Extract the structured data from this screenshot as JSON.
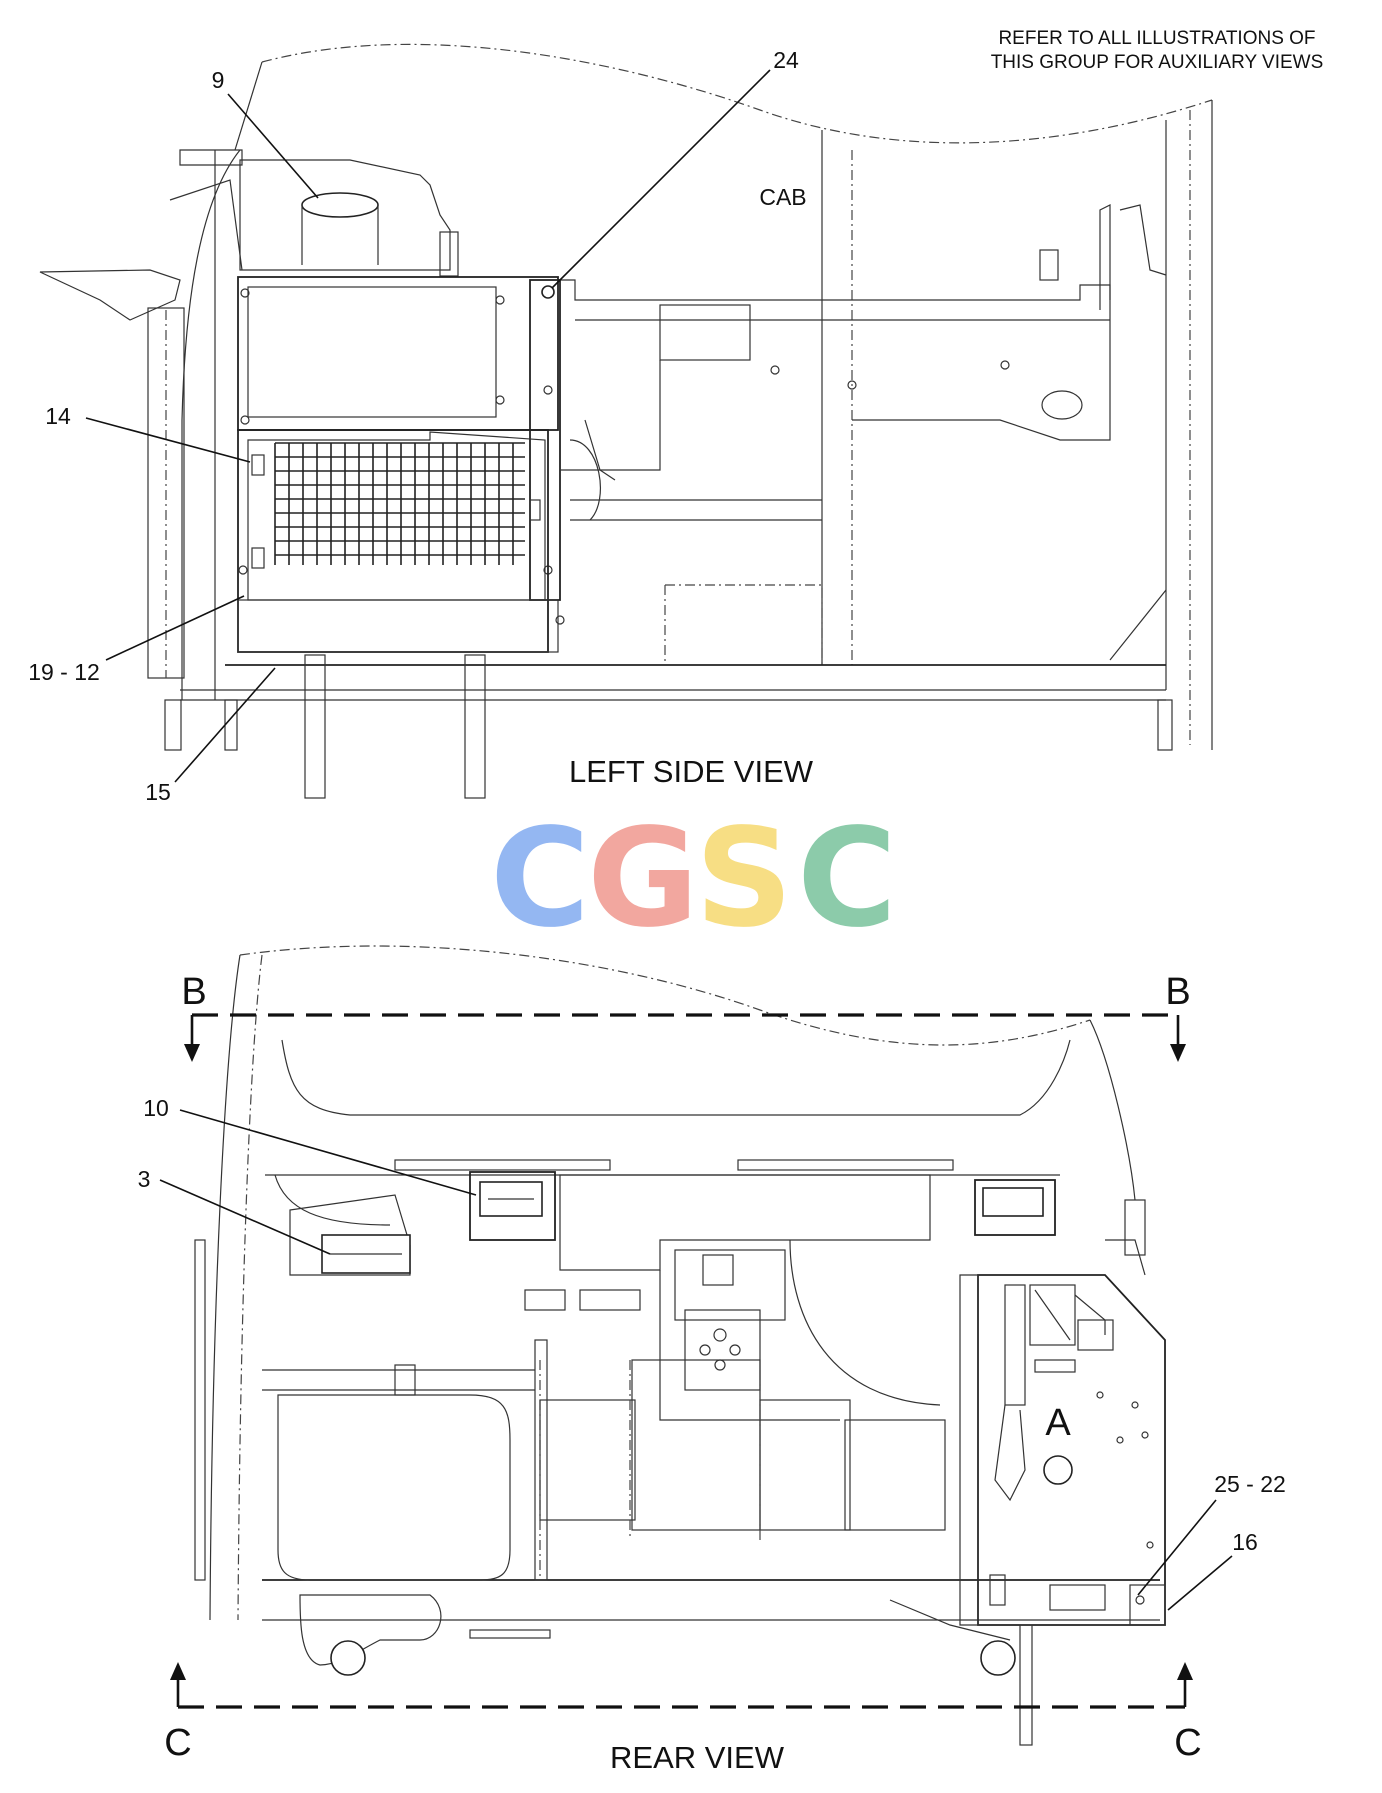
{
  "note": {
    "line1": "REFER TO ALL ILLUSTRATIONS OF",
    "line2": "THIS GROUP FOR AUXILIARY VIEWS"
  },
  "left_view": {
    "title": "LEFT SIDE VIEW",
    "cab_label": "CAB",
    "callouts": [
      "9",
      "24",
      "14",
      "19 - 12",
      "15"
    ]
  },
  "rear_view": {
    "title": "REAR VIEW",
    "detail_label": "A",
    "section_labels": [
      "B",
      "B",
      "C",
      "C"
    ],
    "callouts": [
      "10",
      "3",
      "25 - 22",
      "16"
    ]
  },
  "watermark": {
    "letters": [
      "C",
      "G",
      "S",
      "C"
    ],
    "colors": [
      "#8fb4f2",
      "#f2a39a",
      "#f7dd7e",
      "#86c9a6"
    ]
  }
}
